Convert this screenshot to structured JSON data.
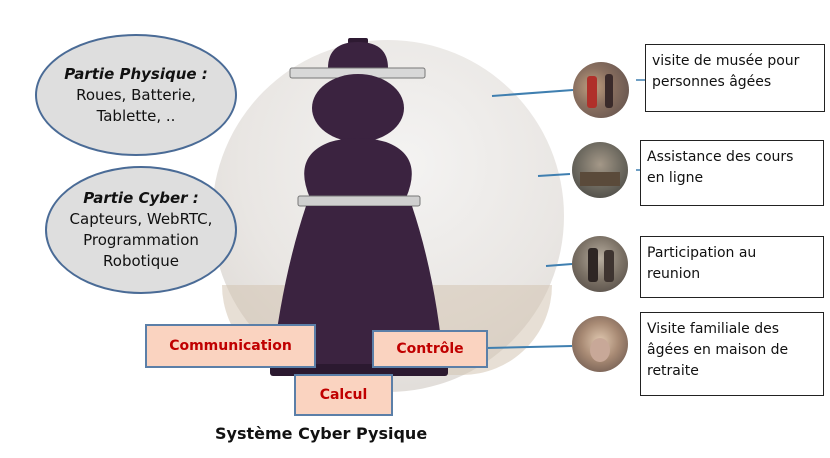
{
  "colors": {
    "oval_fill": "#dedede",
    "oval_border": "#4a6b96",
    "tag_fill": "#fad3c0",
    "tag_text": "#c00000",
    "robot": "#3b2340",
    "connector": "#3f7fb0"
  },
  "physical": {
    "heading": "Partie Physique :",
    "lines": [
      "Roues, Batterie,",
      "Tablette, .."
    ]
  },
  "cyber": {
    "heading": "Partie Cyber :",
    "lines": [
      "Capteurs, WebRTC,",
      "Programmation",
      "Robotique"
    ]
  },
  "tags": {
    "communication": "Communication",
    "controle": "Contrôle",
    "calcul": "Calcul"
  },
  "applications": [
    {
      "lines": [
        "visite de musée pour",
        "personnes âgées"
      ],
      "photo": "museum-photo"
    },
    {
      "lines": [
        "Assistance des cours",
        "en ligne"
      ],
      "photo": "classroom-photo"
    },
    {
      "lines": [
        "Participation au",
        "reunion"
      ],
      "photo": "meeting-photo"
    },
    {
      "lines": [
        "Visite familiale des",
        "âgées en maison de",
        "retraite"
      ],
      "photo": "elderly-home-photo"
    }
  ],
  "caption": "Système Cyber Pysique"
}
